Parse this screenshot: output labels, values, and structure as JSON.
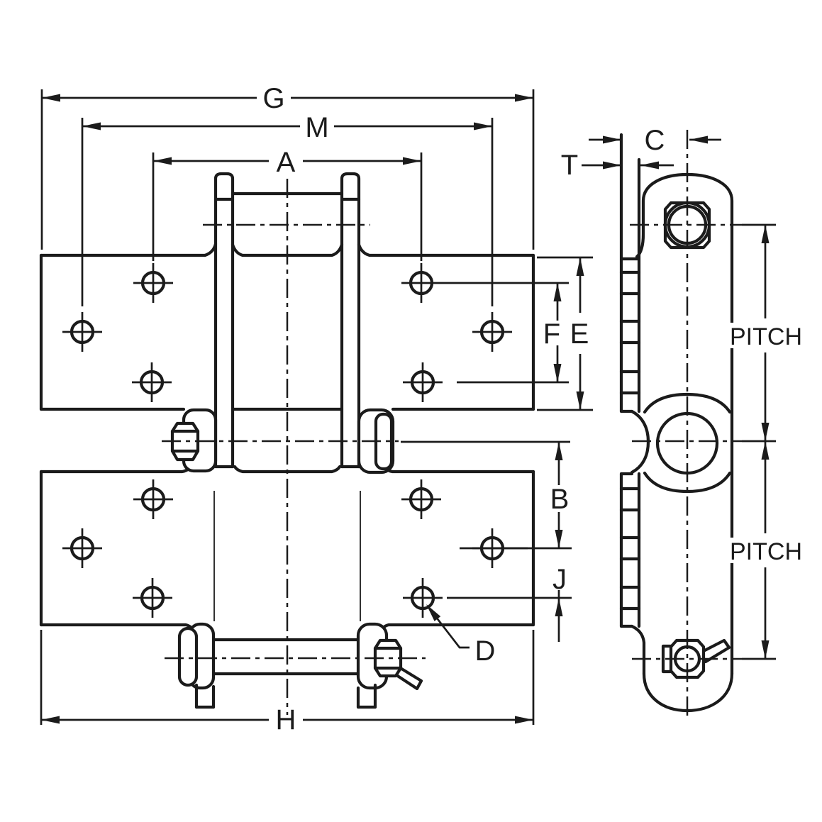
{
  "drawing": {
    "description": "Engineering dimension drawing of a chain attachment link, front view and side view",
    "colors": {
      "line": "#1b1b1b",
      "background": "#ffffff"
    },
    "labels": {
      "g": "G",
      "m": "M",
      "a": "A",
      "c": "C",
      "t": "T",
      "f": "F",
      "e": "E",
      "b": "B",
      "j": "J",
      "d": "D",
      "h": "H",
      "pitch_top": "PITCH",
      "pitch_bottom": "PITCH"
    }
  }
}
